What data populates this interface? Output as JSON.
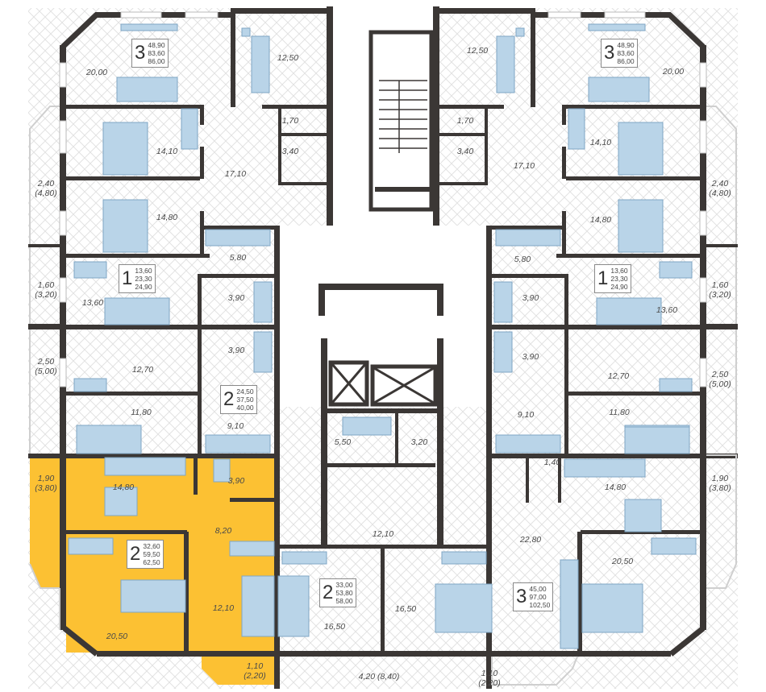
{
  "colors": {
    "wall": "#3b3735",
    "highlight": "#fcc133",
    "furniture": "#b9d4e8",
    "hatch": "#e4e4e4"
  },
  "apartments": {
    "tl3": {
      "rooms": "3",
      "areas": [
        "48,90",
        "83,60",
        "86,00"
      ],
      "living": "20,00",
      "kitchen": "12,50",
      "wc": "1,70",
      "bath": "3,40",
      "hall": "17,10",
      "bed1": "14,10",
      "bed2": "14,80",
      "balcony": "2,40",
      "balcony_full": "(4,80)"
    },
    "l1": {
      "rooms": "1",
      "areas": [
        "13,60",
        "23,30",
        "24,90"
      ],
      "kitchen": "5,80",
      "room": "13,60",
      "bath": "3,90",
      "balcony": "1,60",
      "balcony_full": "(3,20)"
    },
    "l2": {
      "rooms": "2",
      "areas": [
        "24,50",
        "37,50",
        "40,00"
      ],
      "bath": "3,90",
      "room1": "12,70",
      "room2": "11,80",
      "hall": "9,10",
      "balcony": "2,50",
      "balcony_full": "(5,00)"
    },
    "y2": {
      "rooms": "2",
      "areas": [
        "32,60",
        "59,50",
        "62,50"
      ],
      "kitchen": "14,80",
      "bath": "3,90",
      "hall": "8,20",
      "room": "12,10",
      "bed": "20,50",
      "balcony1": "1,90",
      "balcony1_full": "(3,80)",
      "balcony2": "1,10",
      "balcony2_full": "(2,20)"
    },
    "c2": {
      "rooms": "2",
      "areas": [
        "33,00",
        "53,80",
        "58,00"
      ],
      "bath": "5,50",
      "wc": "3,20",
      "hall": "12,10",
      "room1": "16,50",
      "room2": "16,50",
      "balcony": "4,20 (8,40)"
    },
    "tr3": {
      "rooms": "3",
      "areas": [
        "48,90",
        "83,60",
        "86,00"
      ],
      "living": "20,00",
      "kitchen": "12,50",
      "wc": "1,70",
      "bath": "3,40",
      "hall": "17,10",
      "bed1": "14,10",
      "bed2": "14,80",
      "balcony": "2,40",
      "balcony_full": "(4,80)"
    },
    "r1": {
      "rooms": "1",
      "areas": [
        "13,60",
        "23,30",
        "24,90"
      ],
      "kitchen": "5,80",
      "room": "13,60",
      "bath": "3,90",
      "balcony": "1,60",
      "balcony_full": "(3,20)"
    },
    "r3": {
      "rooms": "3",
      "areas": [
        "45,00",
        "97,00",
        "102,50"
      ],
      "bath": "3,90",
      "room1": "12,70",
      "room2": "11,80",
      "hall2": "9,10",
      "wc": "1,40",
      "kitchen": "14,80",
      "hall": "22,80",
      "bed": "20,50",
      "balcony1": "2,50",
      "balcony1_full": "(5,00)",
      "balcony2": "1,90",
      "balcony2_full": "(3,80)",
      "balcony3": "1,10",
      "balcony3_full": "(2,20)"
    }
  }
}
